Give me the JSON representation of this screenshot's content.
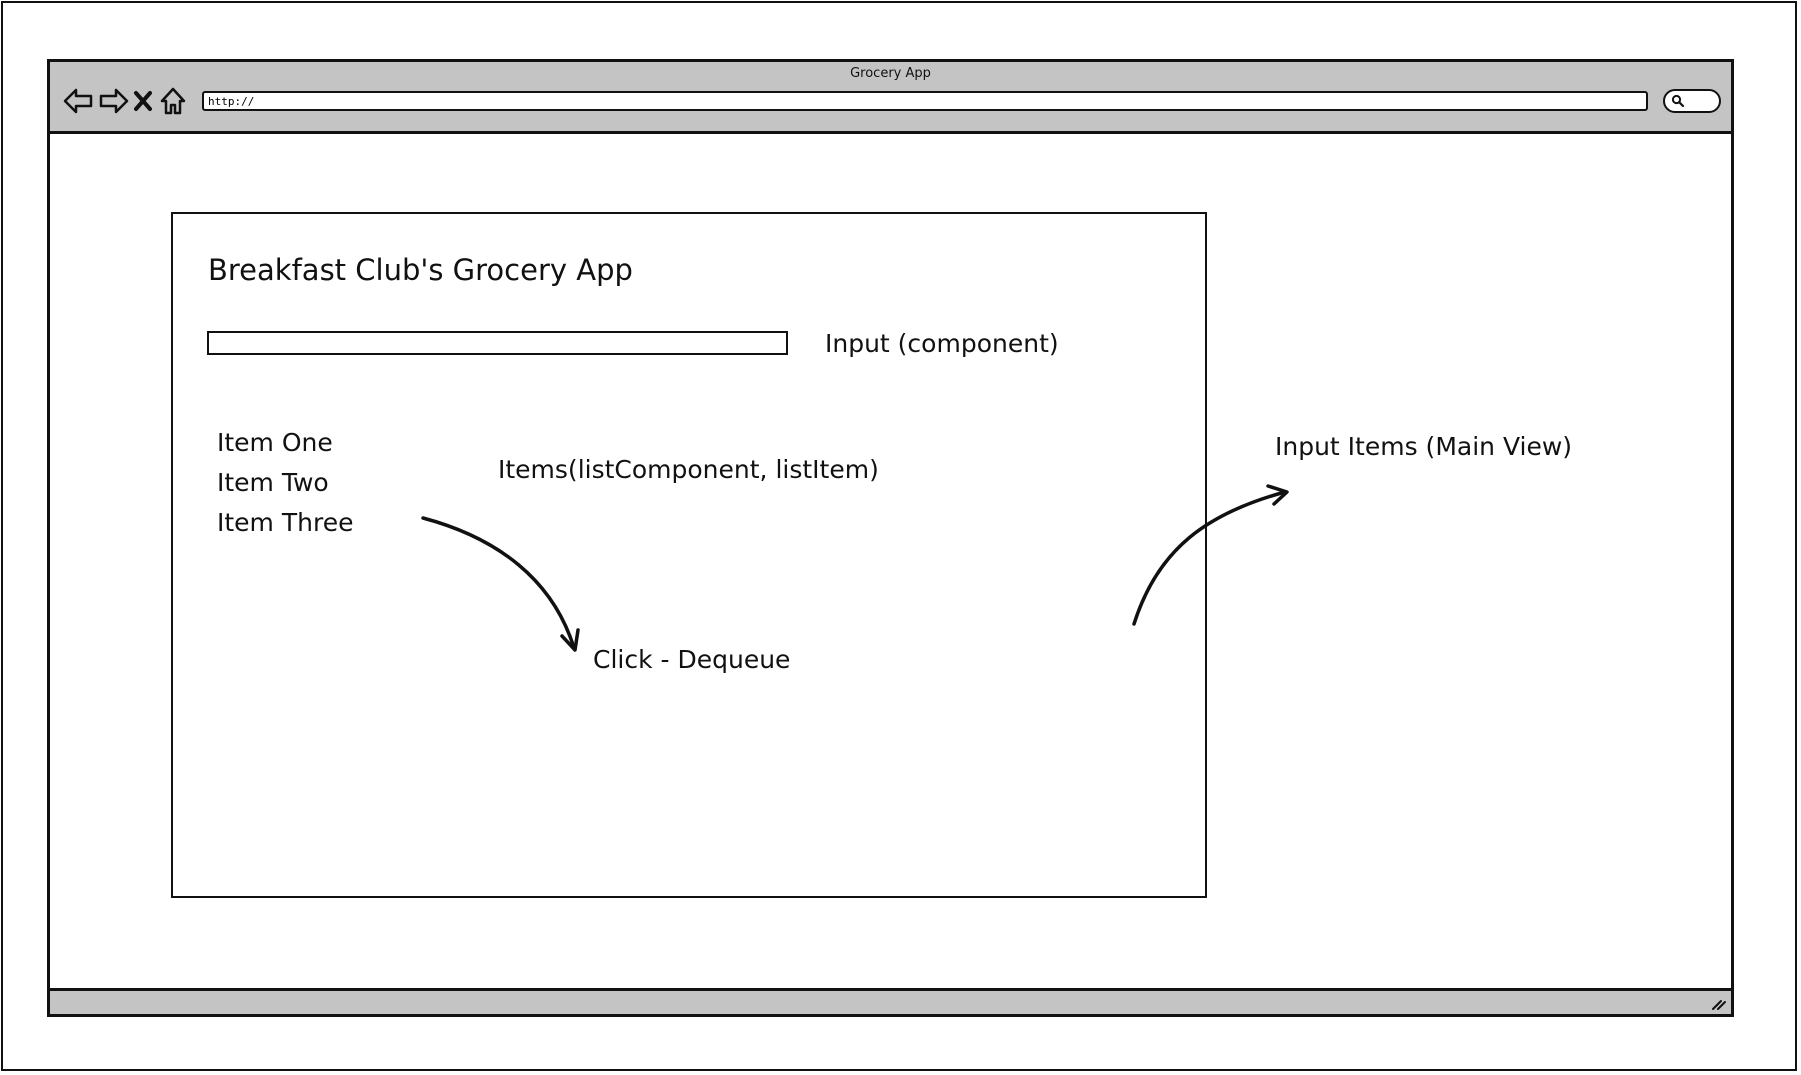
{
  "browser": {
    "window_title": "Grocery App",
    "url": "http://",
    "buttons": {
      "back_icon": "arrow-left-outline",
      "forward_icon": "arrow-right-outline",
      "stop_icon": "x-mark",
      "home_icon": "house-outline",
      "search_icon": "magnifier"
    }
  },
  "app": {
    "title": "Breakfast Club's Grocery App",
    "input_value": "",
    "items": [
      "Item One",
      "Item Two",
      "Item Three"
    ]
  },
  "annotations": {
    "input_component": "Input (component)",
    "items_component": "Items(listComponent, listItem)",
    "click_action": "Click - Dequeue",
    "main_view": "Input Items (Main View)"
  },
  "colors": {
    "chrome_gray": "#c4c4c4",
    "ink": "#111111",
    "background": "#ffffff"
  }
}
